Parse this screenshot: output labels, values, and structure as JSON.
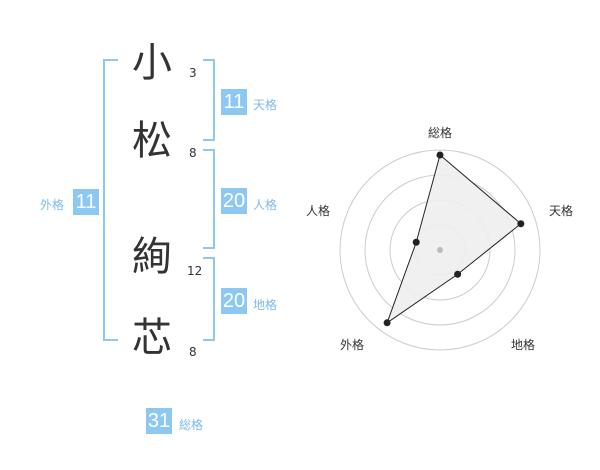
{
  "name": {
    "chars": [
      {
        "char": "小",
        "strokes": "3"
      },
      {
        "char": "松",
        "strokes": "8"
      },
      {
        "char": "絢",
        "strokes": "12"
      },
      {
        "char": "芯",
        "strokes": "8"
      }
    ]
  },
  "fortunes": {
    "tenkaku": {
      "value": "11",
      "label": "天格"
    },
    "jinkaku": {
      "value": "20",
      "label": "人格"
    },
    "chikaku": {
      "value": "20",
      "label": "地格"
    },
    "gaikaku": {
      "value": "11",
      "label": "外格"
    },
    "soukaku": {
      "value": "31",
      "label": "総格"
    }
  },
  "chart_data": {
    "type": "radar",
    "axes": [
      "総格",
      "天格",
      "地格",
      "外格",
      "人格"
    ],
    "values": [
      0.95,
      0.85,
      0.3,
      0.9,
      0.25
    ],
    "rings": 4,
    "colors": {
      "fill": "#eeeeee",
      "line": "#222222",
      "ring": "#cccccc",
      "center": "#bbbbbb"
    }
  }
}
